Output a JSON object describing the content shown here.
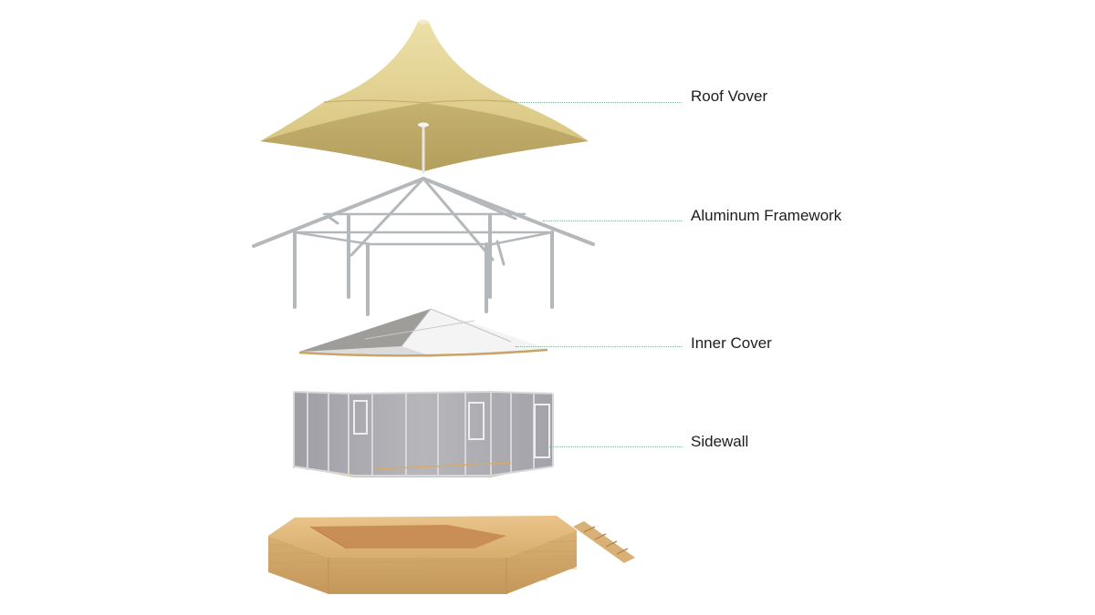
{
  "components": [
    {
      "id": "roof",
      "label": "Roof Vover"
    },
    {
      "id": "frame",
      "label": "Aluminum Framework"
    },
    {
      "id": "inner",
      "label": "Inner Cover"
    },
    {
      "id": "sidewall",
      "label": "Sidewall"
    }
  ],
  "colors": {
    "canvas": "#ffffff",
    "fabric": "#e6d79b",
    "fabric_shadow": "#c9b670",
    "frame": "#b9bcbf",
    "inner_cover": "#ededed",
    "sidewall_panel": "#a8a8ad",
    "wood": "#ddb579",
    "wood_dark": "#b98c55",
    "leader_line": "#88a898"
  }
}
